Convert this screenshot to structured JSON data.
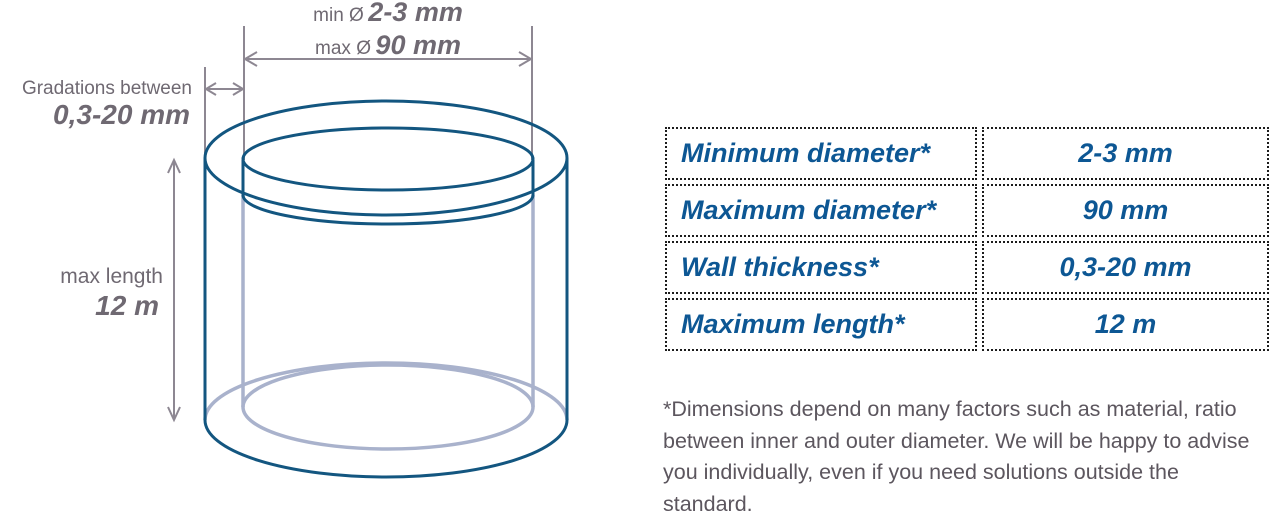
{
  "diagram": {
    "top_dimension": {
      "line1_prefix": "min Ø",
      "line1_value": "2-3 mm",
      "line2_prefix": "max Ø",
      "line2_value": "90 mm"
    },
    "gradations_label": {
      "line1": "Gradations between",
      "line2": "0,3-20 mm"
    },
    "length_label": {
      "line1": "max length",
      "line2": "12 m"
    }
  },
  "table": {
    "rows": [
      {
        "label": "Minimum diameter*",
        "value": "2-3 mm"
      },
      {
        "label": "Maximum diameter*",
        "value": "90 mm"
      },
      {
        "label": "Wall thickness*",
        "value": "0,3-20 mm"
      },
      {
        "label": "Maximum length*",
        "value": "12 m"
      }
    ]
  },
  "footnote": "*Dimensions depend on many factors such as material, ratio between inner and outer diameter. We will be happy to advise you individually, even if you need solutions outside the standard.",
  "colors": {
    "line-blue": "#135680",
    "line-light": "#a9b2cc",
    "dim-gray": "#8d8792",
    "label-gray": "#6f6972",
    "table-blue": "#0d5794",
    "border-dark": "#1c1c1c",
    "footnote-gray": "#5c565e",
    "bg": "#ffffff"
  }
}
